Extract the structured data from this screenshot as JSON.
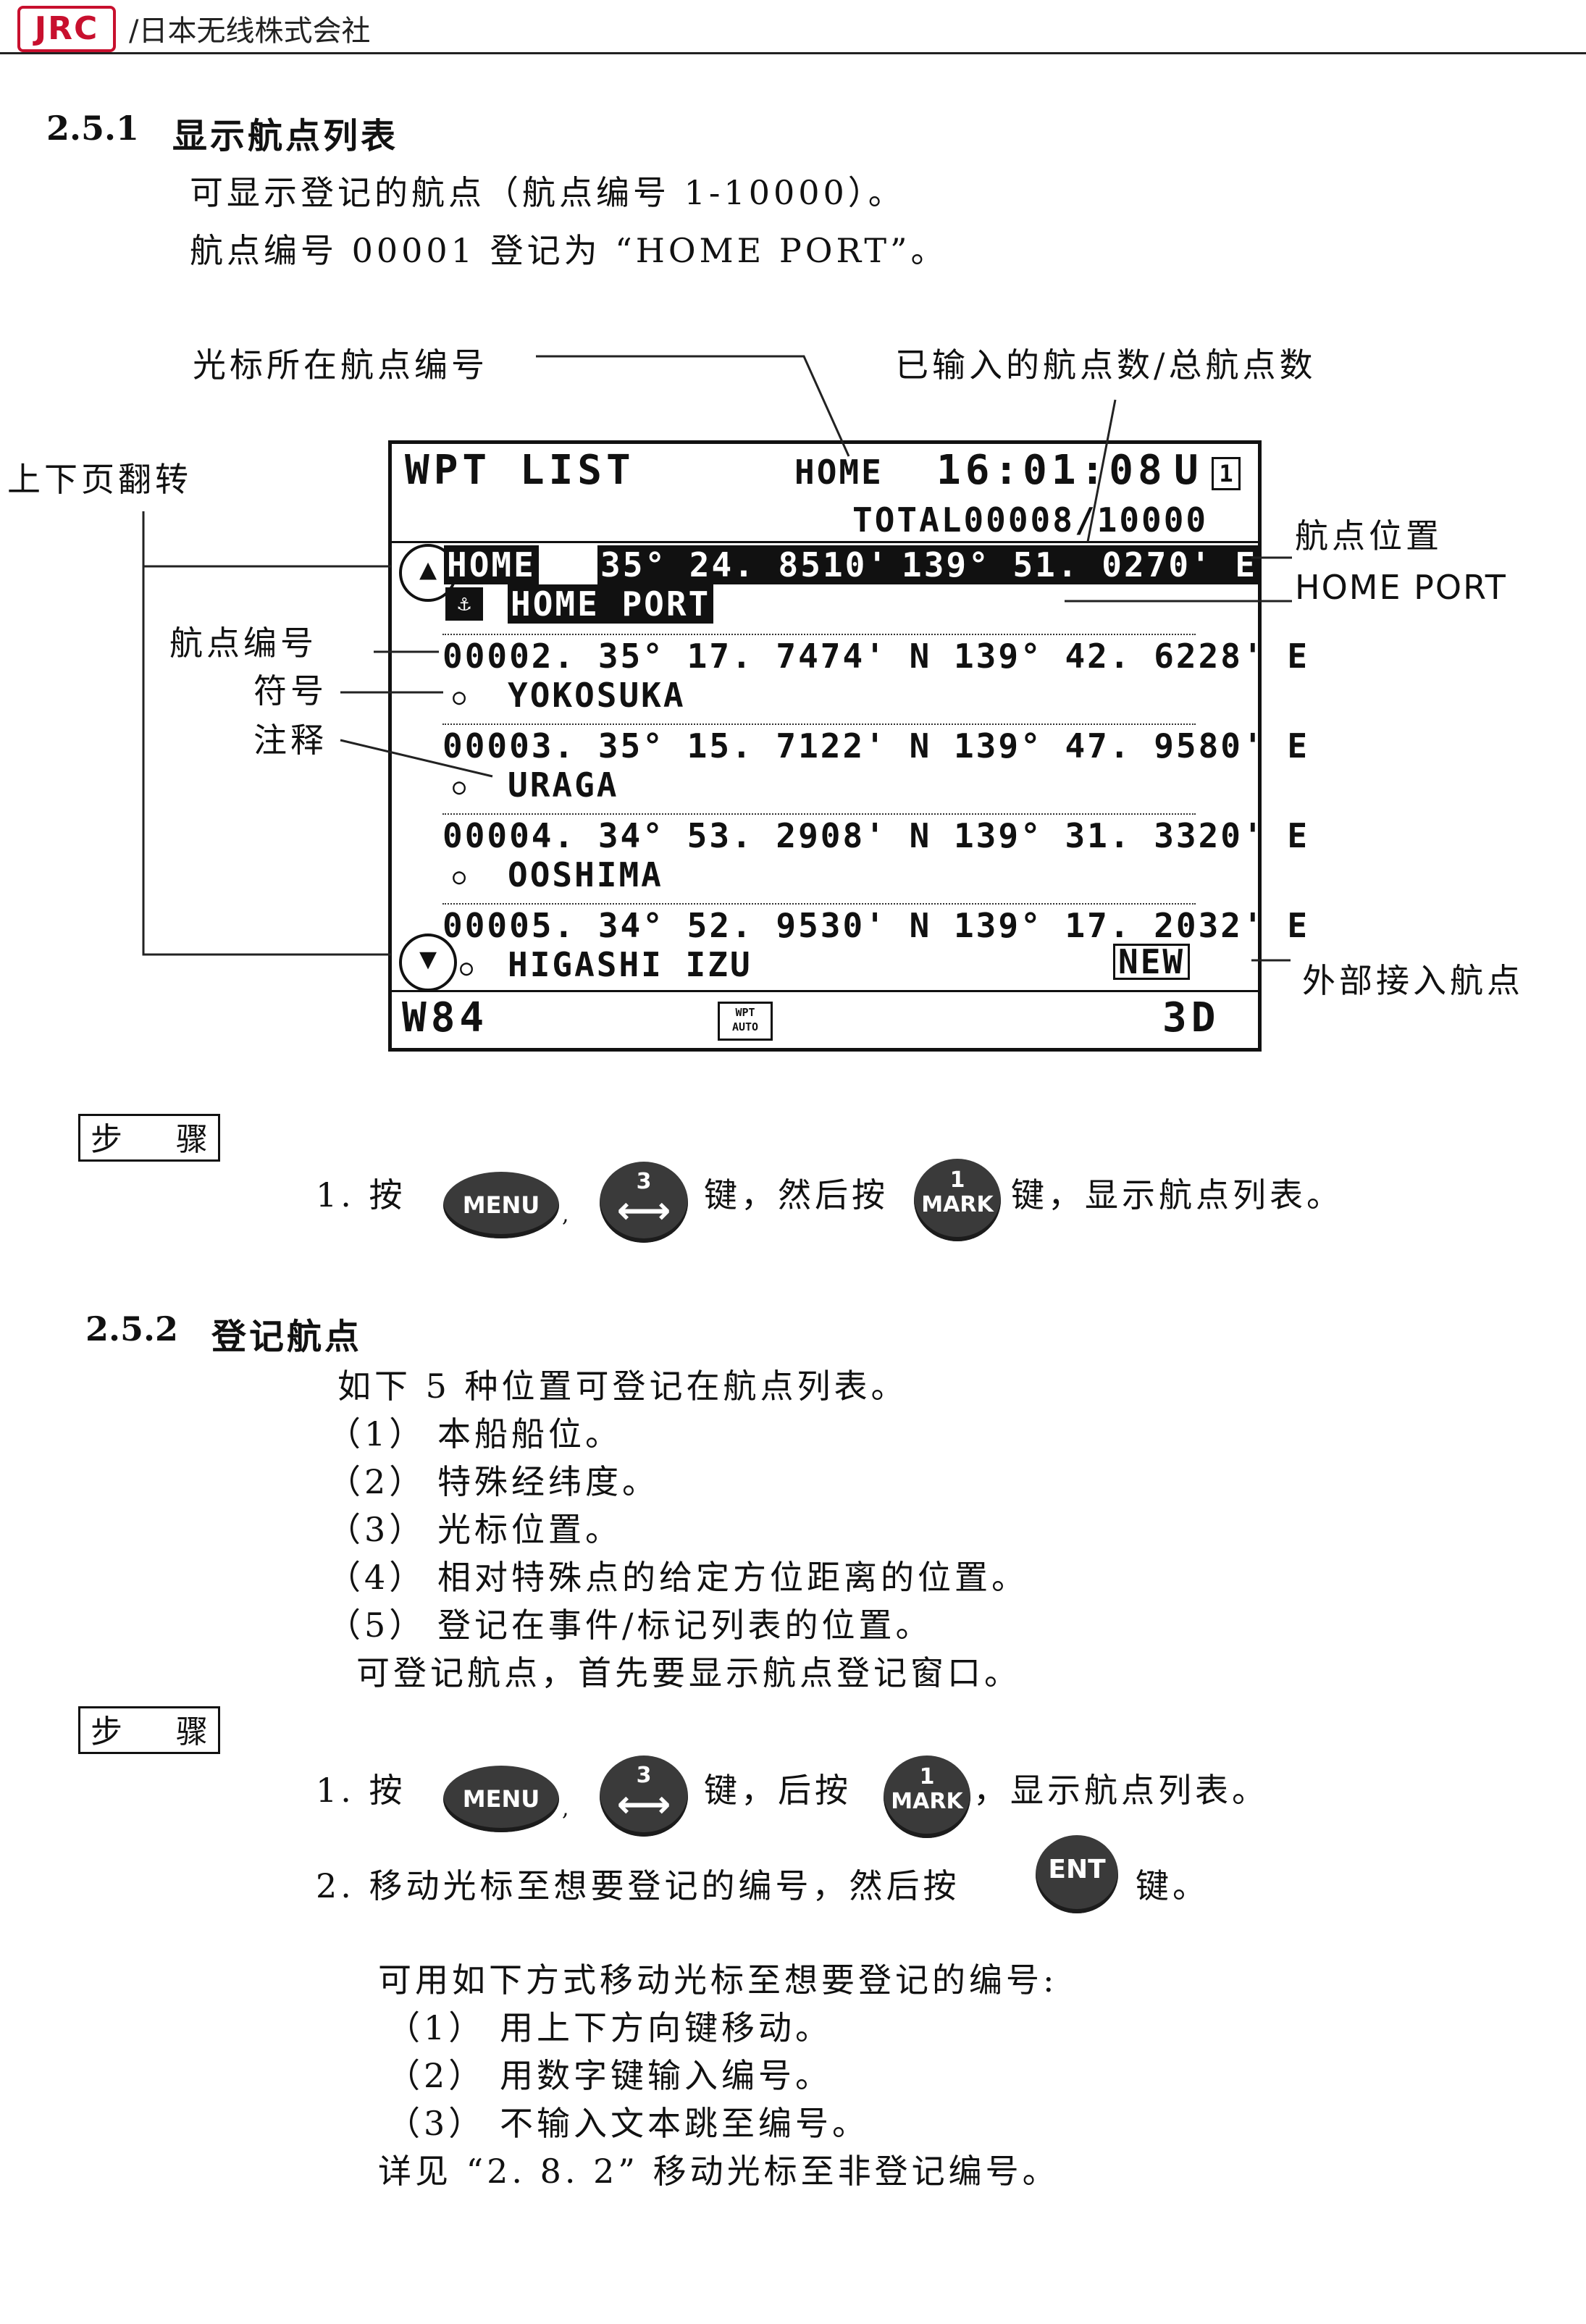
{
  "header": {
    "logo": "JRC",
    "company": "/日本无线株式会社"
  },
  "section1": {
    "number": "2.5.1",
    "title": "显示航点列表",
    "lines": [
      "可显示登记的航点（航点编号 1-10000）。",
      "航点编号 00001 登记为 “HOME PORT”。"
    ]
  },
  "callouts": {
    "cursor_wpt_no": "光标所在航点编号",
    "entered_total": "已输入的航点数/总航点数",
    "page_flip": "上下页翻转",
    "wpt_position": "航点位置",
    "home_port": "HOME PORT",
    "wpt_number": "航点编号",
    "symbol": "符号",
    "comment": "注释",
    "external_wpt": "外部接入航点"
  },
  "screen": {
    "title": "WPT LIST",
    "cursor_label": "HOME",
    "time": "16:01:08",
    "time_unit": "U",
    "time_box": "1",
    "total": "TOTAL00008/10000",
    "home": {
      "name": "HOME",
      "lat": "35° 24. 8510' N",
      "lon": "139° 51. 0270' E",
      "comment": "HOME PORT",
      "symbol": "⚓"
    },
    "rows": [
      {
        "line1": "00002. 35° 17. 7474' N 139° 42. 6228' E",
        "symbol": "○",
        "comment": "YOKOSUKA"
      },
      {
        "line1": "00003. 35° 15. 7122' N 139° 47. 9580' E",
        "symbol": "○",
        "comment": "URAGA"
      },
      {
        "line1": "00004. 34° 53. 2908' N 139° 31. 3320' E",
        "symbol": "○",
        "comment": "OOSHIMA"
      },
      {
        "line1": "00005. 34° 52. 9530' N 139° 17. 2032' E",
        "symbol": "○",
        "comment": "HIGASHI IZU",
        "badge": "NEW"
      }
    ],
    "footer": {
      "datum": "W84",
      "mode": "WPT AUTO",
      "fix": "3D"
    },
    "arrow_up": "▲",
    "arrow_down": "▼"
  },
  "step_label": [
    "步",
    "骤"
  ],
  "step1": {
    "prefix": "1.  按",
    "mid": "键，然后按",
    "suffix": "键，显示航点列表。"
  },
  "keys": {
    "menu": "MENU",
    "three_num": "3",
    "three_arrow": "⟷",
    "mark_num": "1",
    "mark_word": "MARK",
    "ent": "ENT",
    "comma": ","
  },
  "section2": {
    "number": "2.5.2",
    "title": "登记航点",
    "intro": "如下 5 种位置可登记在航点列表。",
    "items": [
      {
        "n": "（1）",
        "text": "本船船位。"
      },
      {
        "n": "（2）",
        "text": "特殊经纬度。"
      },
      {
        "n": "（3）",
        "text": "光标位置。"
      },
      {
        "n": "（4）",
        "text": "相对特殊点的给定方位距离的位置。"
      },
      {
        "n": "（5）",
        "text": "登记在事件/标记列表的位置。"
      }
    ],
    "note": "可登记航点，首先要显示航点登记窗口。"
  },
  "step2": {
    "s1_prefix": "1.  按",
    "s1_mid": "键，后按",
    "s1_suffix": "，显示航点列表。",
    "s2_prefix": "2.  移动光标至想要登记的编号，然后按",
    "s2_suffix": "键。",
    "methods_intro": "可用如下方式移动光标至想要登记的编号:",
    "methods": [
      {
        "n": "（1）",
        "text": "用上下方向键移动。"
      },
      {
        "n": "（2）",
        "text": "用数字键输入编号。"
      },
      {
        "n": "（3）",
        "text": "不输入文本跳至编号。"
      }
    ],
    "see_also": "详见 “2. 8. 2” 移动光标至非登记编号。"
  }
}
